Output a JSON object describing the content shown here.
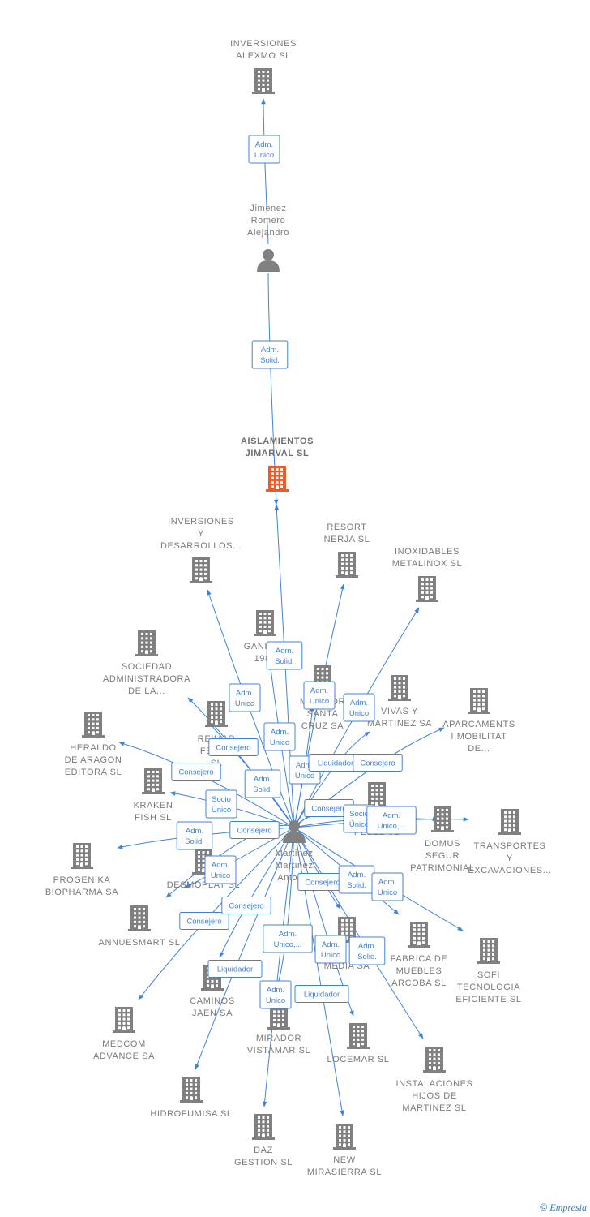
{
  "colors": {
    "edge": "#3f83d7",
    "company": "#808080",
    "target": "#f05a28",
    "person": "#808080",
    "label": "#7a7a7a"
  },
  "footer": {
    "copyright": "©",
    "brand": "mpresia",
    "brand_initial": "E"
  },
  "nodes": [
    {
      "id": "alexmo",
      "kind": "company",
      "label": [
        "INVERSIONES",
        "ALEXMO  SL"
      ]
    },
    {
      "id": "jimenez",
      "kind": "person",
      "label": [
        "Jimenez",
        "Romero",
        "Alejandro"
      ]
    },
    {
      "id": "aislamientos",
      "kind": "target",
      "label": [
        "AISLAMIENTOS",
        "JIMARVAL  SL"
      ]
    },
    {
      "id": "martinez",
      "kind": "person",
      "label": [
        "Martinez",
        "Martinez",
        "Antonio"
      ]
    },
    {
      "id": "invdes",
      "kind": "company",
      "label": [
        "INVERSIONES",
        "Y",
        "DESARROLLOS..."
      ]
    },
    {
      "id": "resort",
      "kind": "company",
      "label": [
        "RESORT",
        "NERJA SL"
      ]
    },
    {
      "id": "inoxidables",
      "kind": "company",
      "label": [
        "INOXIDABLES",
        "METALINOX SL"
      ]
    },
    {
      "id": "ganivet",
      "kind": "company",
      "label": [
        "GANIVET",
        "1980"
      ]
    },
    {
      "id": "sociedad",
      "kind": "company",
      "label": [
        "SOCIEDAD",
        "ADMINISTRADORA",
        "DE LA..."
      ]
    },
    {
      "id": "santacruz",
      "kind": "company",
      "label": [
        "MIRADOR",
        "SANTA",
        "CRUZ SA"
      ]
    },
    {
      "id": "vivas",
      "kind": "company",
      "label": [
        "VIVAS Y",
        "MARTINEZ SA"
      ]
    },
    {
      "id": "aparcamentos",
      "kind": "company",
      "label": [
        "APARCAMENTS",
        "I MOBILITAT",
        "DE..."
      ]
    },
    {
      "id": "heraldo",
      "kind": "company",
      "label": [
        "HERALDO",
        "DE ARAGON",
        "EDITORA SL"
      ]
    },
    {
      "id": "reimar",
      "kind": "company",
      "label": [
        "REIMAR",
        "FERRE",
        "SL"
      ]
    },
    {
      "id": "kraken",
      "kind": "company",
      "label": [
        "KRAKEN",
        "FISH SL"
      ]
    },
    {
      "id": "perez",
      "kind": "company",
      "label": [
        "PEREZ",
        "PELEZ SL"
      ]
    },
    {
      "id": "domus",
      "kind": "company",
      "label": [
        "DOMUS",
        "SEGUR",
        "PATRIMONIAL"
      ]
    },
    {
      "id": "transportes",
      "kind": "company",
      "label": [
        "TRANSPORTES",
        "Y",
        "EXCAVACIONES..."
      ]
    },
    {
      "id": "progenika",
      "kind": "company",
      "label": [
        "PROGENIKA",
        "BIOPHARMA SA"
      ]
    },
    {
      "id": "desmoplat",
      "kind": "company",
      "label": [
        "DESMOPLAT SL"
      ]
    },
    {
      "id": "annuesmart",
      "kind": "company",
      "label": [
        "ANNUESMART SL"
      ]
    },
    {
      "id": "media",
      "kind": "company",
      "label": [
        "MEDIA SA"
      ]
    },
    {
      "id": "fabrica",
      "kind": "company",
      "label": [
        "FABRICA DE",
        "MUEBLES",
        "ARCOBA SL"
      ]
    },
    {
      "id": "sofi",
      "kind": "company",
      "label": [
        "SOFI",
        "TECNOLOGIA",
        "EFICIENTE SL"
      ]
    },
    {
      "id": "medcom",
      "kind": "company",
      "label": [
        "MEDCOM",
        "ADVANCE SA"
      ]
    },
    {
      "id": "caminos",
      "kind": "company",
      "label": [
        "CAMINOS",
        "JAEN SA"
      ]
    },
    {
      "id": "miradorvistamar",
      "kind": "company",
      "label": [
        "MIRADOR",
        "VISTAMAR  SL"
      ]
    },
    {
      "id": "locemar",
      "kind": "company",
      "label": [
        "LOCEMAR SL"
      ]
    },
    {
      "id": "instalaciones",
      "kind": "company",
      "label": [
        "INSTALACIONES",
        "HIJOS DE",
        "MARTINEZ SL"
      ]
    },
    {
      "id": "hidrofumisa",
      "kind": "company",
      "label": [
        "HIDROFUMISA SL"
      ]
    },
    {
      "id": "daz",
      "kind": "company",
      "label": [
        "DAZ",
        "GESTION SL"
      ]
    },
    {
      "id": "newmirasierra",
      "kind": "company",
      "label": [
        "NEW",
        "MIRASIERRA SL"
      ]
    }
  ],
  "edges": [
    {
      "from": "jimenez",
      "to": "alexmo",
      "label": [
        "Adm.",
        "Unico"
      ]
    },
    {
      "from": "jimenez",
      "to": "aislamientos",
      "label": [
        "Adm.",
        "Solid."
      ]
    },
    {
      "from": "martinez",
      "to": "aislamientos",
      "label": [
        "Adm.",
        "Solid."
      ]
    },
    {
      "from": "martinez",
      "to": "invdes",
      "label": [
        "Adm.",
        "Unico"
      ]
    },
    {
      "from": "martinez",
      "to": "resort",
      "label": [
        "Adm.",
        "Unico"
      ]
    },
    {
      "from": "martinez",
      "to": "inoxidables",
      "label": [
        "Adm.",
        "Unico"
      ]
    },
    {
      "from": "martinez",
      "to": "ganivet",
      "label": [
        "Adm.",
        "Unico"
      ]
    },
    {
      "from": "martinez",
      "to": "santacruz",
      "label": [
        "Adm.",
        "Unico"
      ]
    },
    {
      "from": "martinez",
      "to": "vivas",
      "label": [
        "Liquidador"
      ]
    },
    {
      "from": "martinez",
      "to": "aparcamentos",
      "label": [
        "Consejero"
      ]
    },
    {
      "from": "martinez",
      "to": "sociedad",
      "label": [
        "Consejero"
      ]
    },
    {
      "from": "martinez",
      "to": "heraldo",
      "label": [
        "Consejero"
      ]
    },
    {
      "from": "martinez",
      "to": "reimar",
      "label": [
        "Adm.",
        "Solid."
      ]
    },
    {
      "from": "martinez",
      "to": "kraken",
      "label": [
        "Socio",
        "Único"
      ]
    },
    {
      "from": "martinez",
      "to": "perez",
      "label": [
        "Consejero"
      ]
    },
    {
      "from": "martinez",
      "to": "domus",
      "label": [
        "Socio",
        "Único"
      ]
    },
    {
      "from": "martinez",
      "to": "transportes",
      "label": [
        "Adm.",
        "Unico,..."
      ]
    },
    {
      "from": "martinez",
      "to": "progenika",
      "label": [
        "Adm.",
        "Solid."
      ]
    },
    {
      "from": "martinez",
      "to": "desmoplat",
      "label": [
        "Consejero"
      ]
    },
    {
      "from": "martinez",
      "to": "annuesmart",
      "label": [
        "Adm.",
        "Unico"
      ]
    },
    {
      "from": "martinez",
      "to": "media",
      "label": [
        "Consejero"
      ]
    },
    {
      "from": "martinez",
      "to": "fabrica",
      "label": [
        "Adm.",
        "Solid."
      ]
    },
    {
      "from": "martinez",
      "to": "sofi",
      "label": [
        "Adm.",
        "Unico"
      ]
    },
    {
      "from": "martinez",
      "to": "medcom",
      "label": [
        "Consejero"
      ]
    },
    {
      "from": "martinez",
      "to": "caminos",
      "label": [
        "Consejero"
      ]
    },
    {
      "from": "martinez",
      "to": "miradorvistamar",
      "label": [
        "Adm.",
        "Unico,..."
      ]
    },
    {
      "from": "martinez",
      "to": "locemar",
      "label": [
        "Adm.",
        "Unico"
      ]
    },
    {
      "from": "martinez",
      "to": "instalaciones",
      "label": [
        "Adm.",
        "Solid."
      ]
    },
    {
      "from": "martinez",
      "to": "hidrofumisa",
      "label": [
        "Liquidador"
      ]
    },
    {
      "from": "martinez",
      "to": "daz",
      "label": [
        "Adm.",
        "Unico"
      ]
    },
    {
      "from": "martinez",
      "to": "newmirasierra",
      "label": [
        "Liquidador"
      ]
    }
  ]
}
